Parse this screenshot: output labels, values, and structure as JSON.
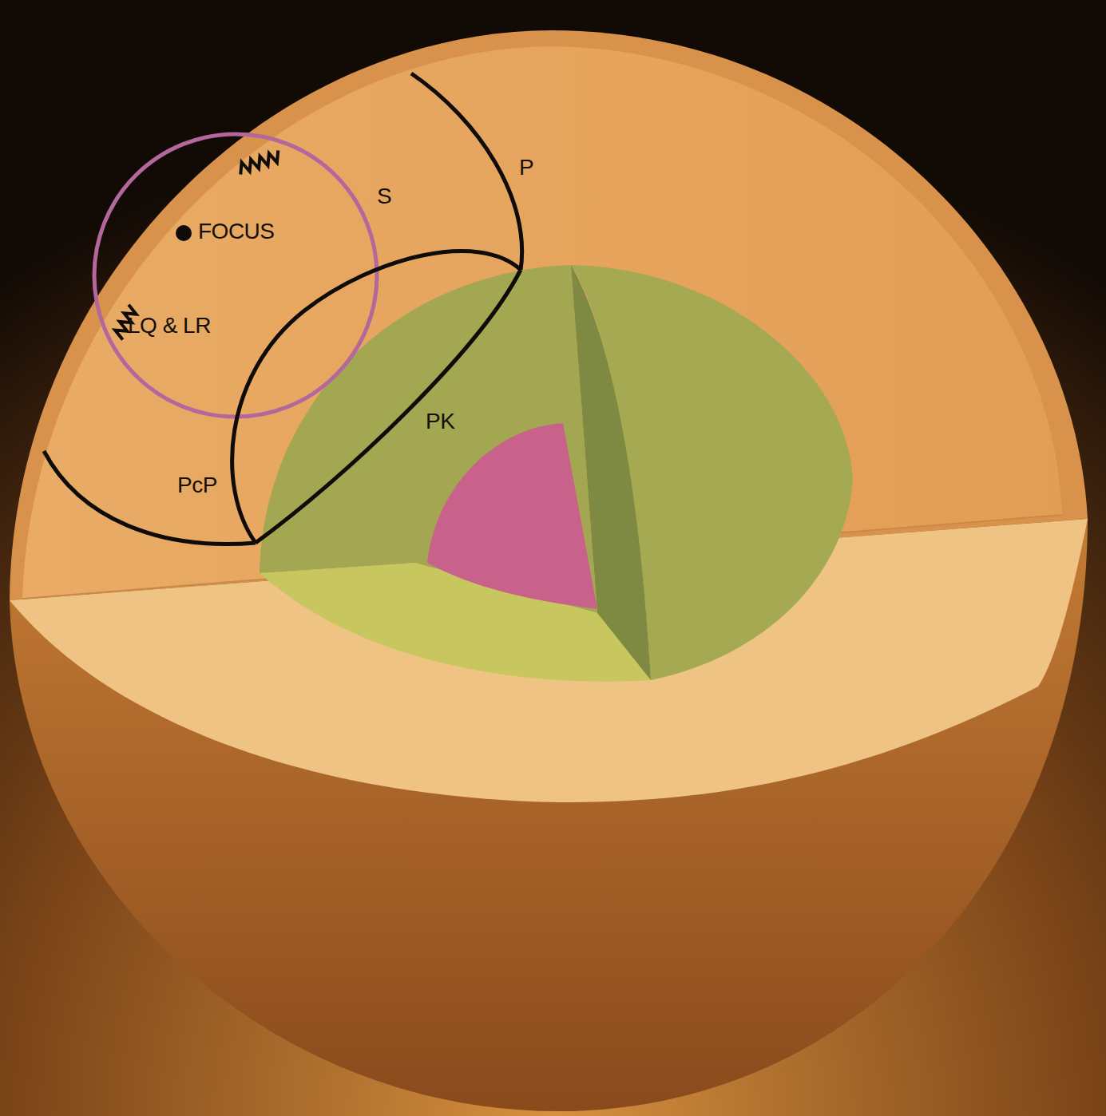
{
  "diagram": {
    "labels": [
      "P",
      "S",
      "FOCUS",
      "LQ & LR",
      "PK",
      "PcP"
    ]
  }
}
